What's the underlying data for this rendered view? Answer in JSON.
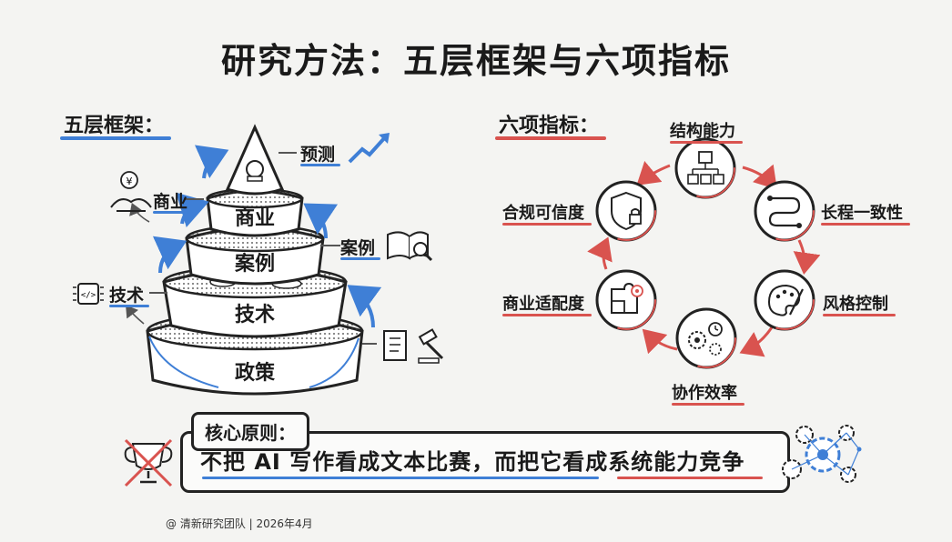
{
  "title": "研究方法：五层框架与六项指标",
  "framework": {
    "label": "五层框架：",
    "tiers": [
      "预测",
      "商业",
      "案例",
      "技术",
      "政策"
    ],
    "side_tags": {
      "forecast": "预测",
      "business": "商业",
      "case": "案例",
      "tech": "技术"
    }
  },
  "metrics": {
    "label": "六项指标：",
    "items": [
      "结构能力",
      "长程一致性",
      "风格控制",
      "协作效率",
      "商业适配度",
      "合规可信度"
    ]
  },
  "principle": {
    "tag": "核心原则：",
    "text_part1": "不把 AI 写作看成文本比赛，而把它看成",
    "text_part2": "系统能力竞争"
  },
  "footer": "@ 清新研究团队 | 2026年4月",
  "colors": {
    "accent_blue": "#3f7fd6",
    "accent_red": "#d9534f",
    "ink": "#1a1a1a"
  },
  "icons": [
    "handshake-yen-icon",
    "chip-code-icon",
    "trend-arrow-icon",
    "book-magnifier-icon",
    "scroll-gavel-icon",
    "crystal-ball-icon",
    "hierarchy-cubes-icon",
    "route-path-icon",
    "palette-brush-icon",
    "gears-clock-icon",
    "puzzle-target-icon",
    "shield-lock-icon",
    "crossed-trophy-icon",
    "gears-network-icon"
  ]
}
